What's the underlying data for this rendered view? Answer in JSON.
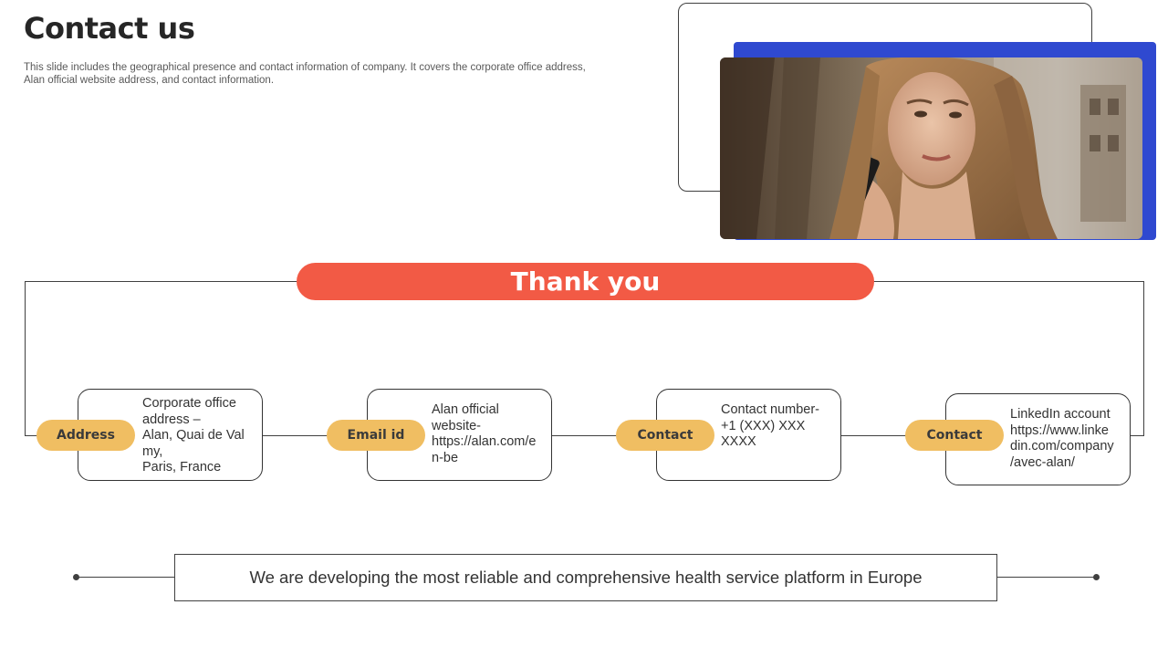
{
  "header": {
    "title": "Contact us",
    "subtitle": "This slide includes the geographical presence and contact information of company. It covers the corporate office address, Alan official website address, and contact information."
  },
  "banner": {
    "label": "Thank you"
  },
  "cards": [
    {
      "pill": "Address",
      "text": "Corporate office\naddress –\nAlan, Quai de Val\nmy,\nParis, France"
    },
    {
      "pill": "Email id",
      "text": "Alan official\nwebsite-\nhttps://alan.com/e\nn-be"
    },
    {
      "pill": "Contact",
      "text": "Contact number-\n+1 (XXX) XXX\nXXXX"
    },
    {
      "pill": "Contact",
      "text": "LinkedIn account\nhttps://www.linke\ndin.com/company\n/avec-alan/"
    }
  ],
  "footer": {
    "statement": "We are developing the most reliable and comprehensive health service platform in Europe"
  },
  "colors": {
    "accent_red": "#f25a45",
    "pill_yellow": "#f0be62",
    "frame_blue": "#2f49d0"
  }
}
